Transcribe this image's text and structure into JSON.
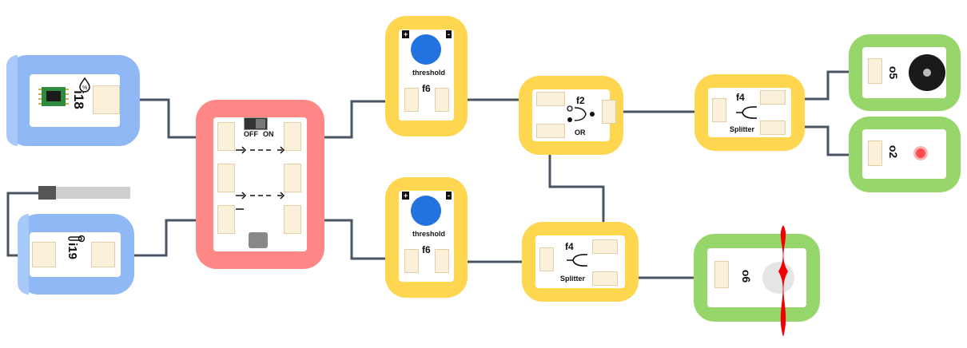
{
  "modules": {
    "i18": {
      "name": "i18",
      "icon": "humidity-sensor-icon"
    },
    "i19": {
      "name": "i19",
      "icon": "temperature-probe-icon"
    },
    "switch_block": {
      "off": "OFF",
      "on": "ON",
      "icon": "toggle-switch-icon"
    },
    "f6_top": {
      "name": "f6",
      "label": "threshold",
      "plus": "+",
      "minus": "-"
    },
    "f6_bottom": {
      "name": "f6",
      "label": "threshold",
      "plus": "+",
      "minus": "-"
    },
    "f2": {
      "name": "f2",
      "label": "OR"
    },
    "f4_top": {
      "name": "f4",
      "label": "Splitter"
    },
    "f4_bottom": {
      "name": "f4",
      "label": "Splitter"
    },
    "o5": {
      "name": "o5",
      "icon": "buzzer-icon"
    },
    "o2": {
      "name": "o2",
      "icon": "led-icon"
    },
    "o6": {
      "name": "o6",
      "icon": "fan-icon"
    }
  },
  "colors": {
    "input": "#8fb8f5",
    "control": "#ff8785",
    "function": "#ffd64f",
    "output": "#97d66a",
    "wire": "#4a5563",
    "fan_blade": "#f00000"
  }
}
